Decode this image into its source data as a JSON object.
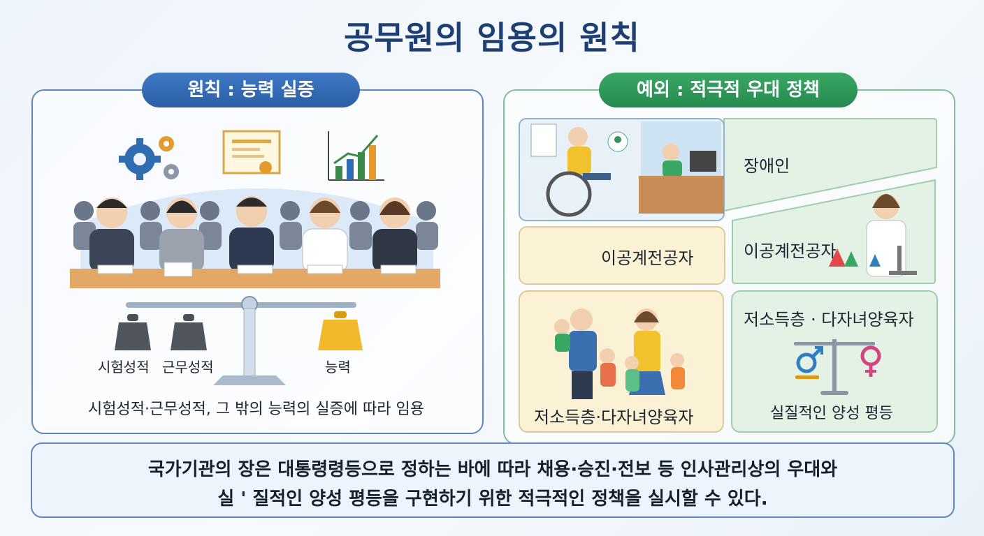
{
  "title": "공무원의 임용의 원칙",
  "left": {
    "header": "원칙 : 능력 실증",
    "weights": [
      "시험성적",
      "근무성적",
      "능력"
    ],
    "description": "시험성적·근무성적, 그 밖의 능력의 실증에 따라 임용"
  },
  "right": {
    "header": "예외 : 적극적 우대 정책",
    "cards": {
      "disabled": "장애인",
      "science_left": "이공계전공자",
      "science_right": "이공계전공자",
      "family_top": "저소득층 · 다자녀양육자",
      "family_bottom": "저소득층·다자녀양육자",
      "equality": "실질적인 양성 평등"
    }
  },
  "footer": {
    "line1": "국가기관의 장은 대통령령등으로 정하는 바에 따라 채용·승진·전보 등 인사관리상의 우대와",
    "line2": "실 ' 질적인 양성 평등을 구현하기 위한 적극적인 정책을 실시할 수 있다."
  },
  "colors": {
    "title": "#1d3f73",
    "principle_accent": "#2b5fa6",
    "exception_accent": "#268a4f",
    "male_symbol": "#2f7fc1",
    "female_symbol": "#d6457e"
  }
}
